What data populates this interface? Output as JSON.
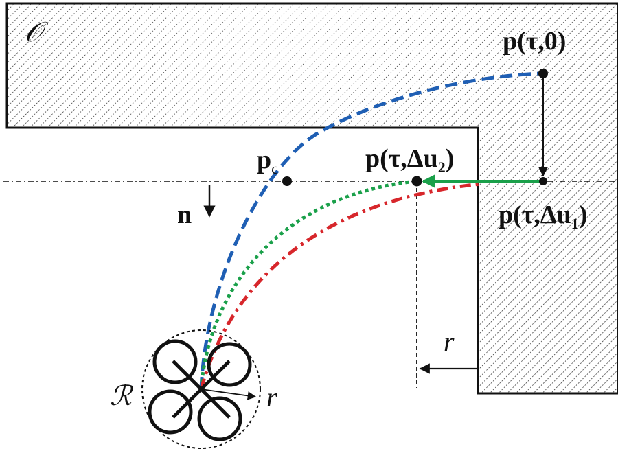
{
  "labels": {
    "obstacle": "𝒪",
    "robot": "ℛ",
    "p_tau_0": "p(τ,0)",
    "p_c_main": "p",
    "p_c_sub": "c",
    "p_du2_main": "p(τ,Δu",
    "p_du2_sub": "2",
    "p_du2_close": ")",
    "p_du1_main": "p(τ,Δu",
    "p_du1_sub": "1",
    "p_du1_close": ")",
    "normal": "n",
    "radius_wall": "r",
    "radius_robot": "r"
  },
  "colors": {
    "blue_path": "#1f5fb4",
    "green_path": "#1aa04a",
    "red_path": "#d7262b",
    "ink": "#111111"
  }
}
